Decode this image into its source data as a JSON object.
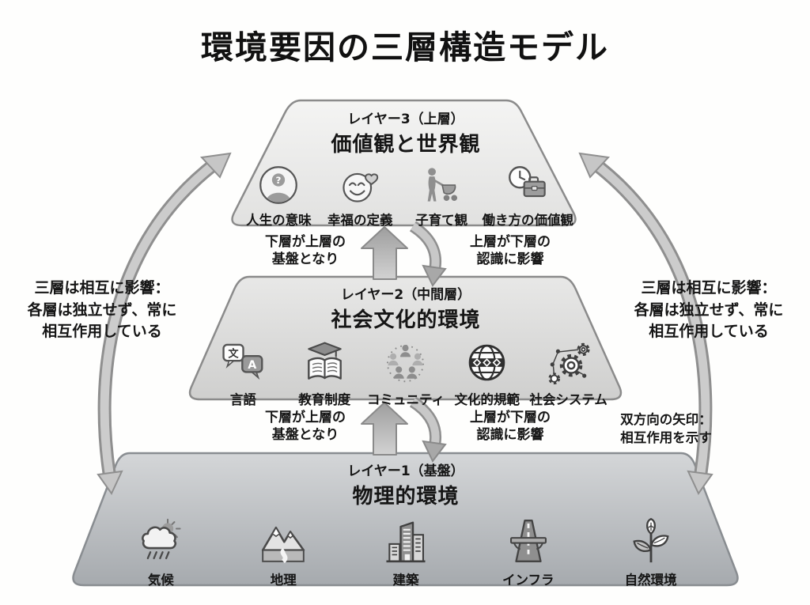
{
  "title": "環境要因の三層構造モデル",
  "layers": [
    {
      "subtitle": "レイヤー3（上層）",
      "title": "価値観と世界観",
      "items": [
        {
          "label": "人生の意味",
          "icon": "life-meaning-icon"
        },
        {
          "label": "幸福の定義",
          "icon": "happiness-icon"
        },
        {
          "label": "子育て観",
          "icon": "parenting-icon"
        },
        {
          "label": "働き方の価値観",
          "icon": "work-values-icon"
        }
      ]
    },
    {
      "subtitle": "レイヤー2（中間層）",
      "title": "社会文化的環境",
      "items": [
        {
          "label": "言語",
          "icon": "language-icon"
        },
        {
          "label": "教育制度",
          "icon": "education-icon"
        },
        {
          "label": "コミュニティ",
          "icon": "community-icon"
        },
        {
          "label": "文化的規範",
          "icon": "cultural-norms-icon"
        },
        {
          "label": "社会システム",
          "icon": "social-system-icon"
        }
      ]
    },
    {
      "subtitle": "レイヤー1（基盤）",
      "title": "物理的環境",
      "items": [
        {
          "label": "気候",
          "icon": "climate-icon"
        },
        {
          "label": "地理",
          "icon": "geography-icon"
        },
        {
          "label": "建築",
          "icon": "architecture-icon"
        },
        {
          "label": "インフラ",
          "icon": "infrastructure-icon"
        },
        {
          "label": "自然環境",
          "icon": "nature-icon"
        }
      ]
    }
  ],
  "inter_layer_arrows": {
    "up_label": "下層が上層の\n基盤となり",
    "down_label": "上層が下層の\n認識に影響"
  },
  "side_note_left": "三層は相互に影響：\n各層は独立せず、常に\n相互作用している",
  "side_note_right": "三層は相互に影響：\n各層は独立せず、常に\n相互作用している",
  "arrow_note": "双方向の矢印：\n相互作用を示す",
  "icon_glyphs": {
    "question": "?",
    "lang_a": "文",
    "lang_b": "A"
  },
  "colors": {
    "layer3_fill_top": "#f3f3f2",
    "layer3_fill_bottom": "#e2e2e1",
    "layer2_fill_top": "#e7e7e6",
    "layer2_fill_bottom": "#d0d0cf",
    "layer1_fill_top": "#d3d5d7",
    "layer1_fill_bottom": "#a7abaf",
    "outline": "#8b8b8b",
    "arrow_fill": "#c6c6c6",
    "text": "#151515"
  }
}
